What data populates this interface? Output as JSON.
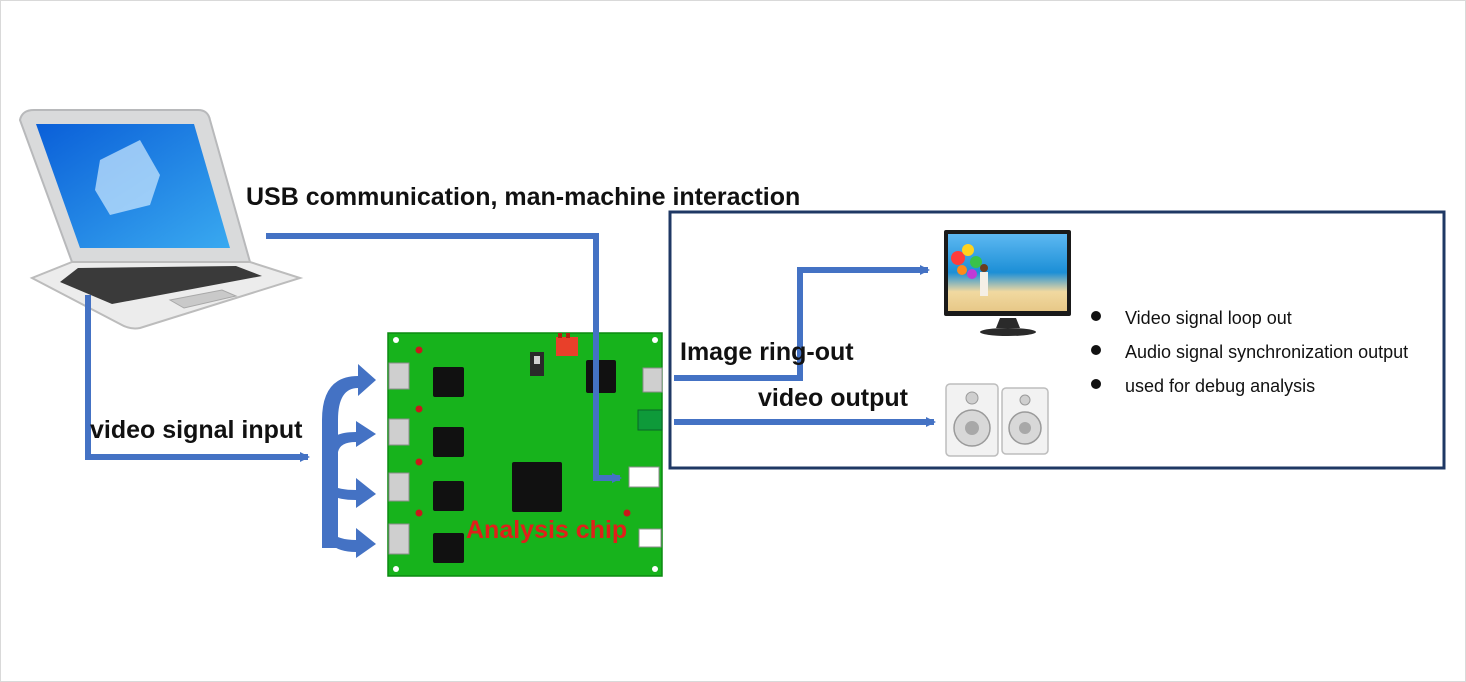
{
  "labels": {
    "usb": "USB communication, man-machine interaction",
    "video_input": "video  signal input",
    "image_ring_out": "Image ring-out",
    "video_output": "video output",
    "analysis_chip": "Analysis chip"
  },
  "features": [
    "Video signal loop out",
    "Audio signal synchronization output",
    "used for debug analysis"
  ],
  "colors": {
    "arrow": "#4472c4",
    "board": "#17b31c",
    "chip_label": "#e0201a",
    "output_box": "#1f3864"
  }
}
